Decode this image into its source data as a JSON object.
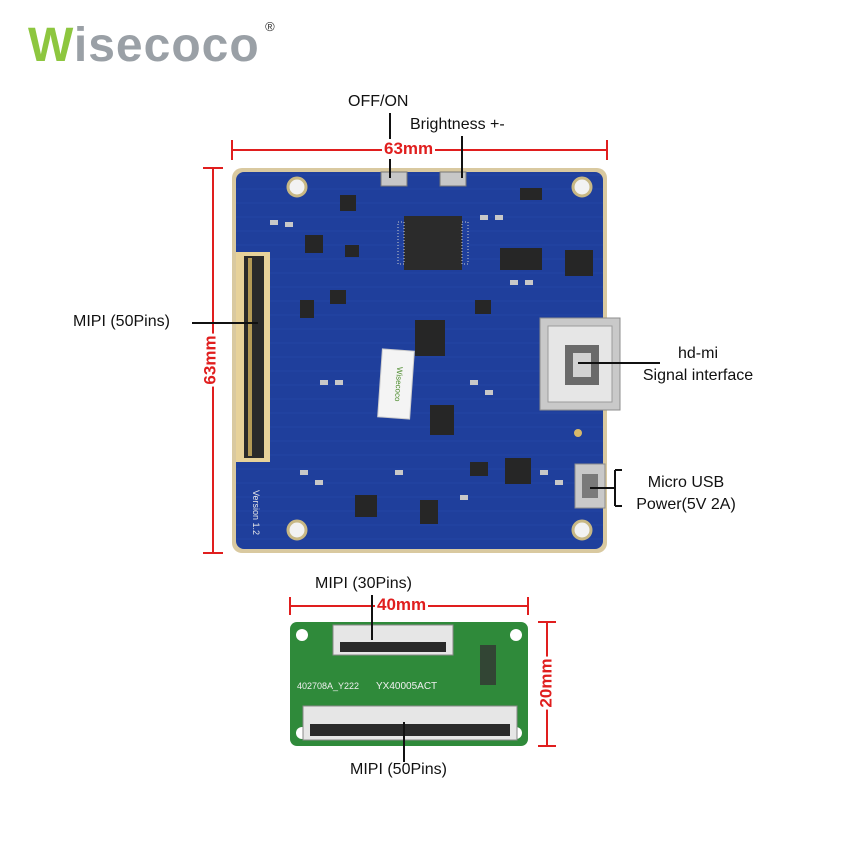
{
  "brand": {
    "logo_initial": "W",
    "logo_rest": "isecoco",
    "registered_mark": "®",
    "colors": {
      "green": "#8dc63f",
      "gray": "#9aa0a6"
    }
  },
  "main_board": {
    "version_text": "Version 1.2",
    "width_label": "63mm",
    "height_label": "63mm",
    "callouts": {
      "off_on": "OFF/ON",
      "brightness": "Brightness +-",
      "mipi_left": "MIPI (50Pins)",
      "hdmi_line1": "hd-mi",
      "hdmi_line2": "Signal interface",
      "usb_line1": "Micro USB",
      "usb_line2": "Power(5V 2A)"
    },
    "sticker_text": "Wisecoco",
    "colors": {
      "pcb": "#1f3f9c",
      "border": "#d9c9a0"
    }
  },
  "adapter_board": {
    "top_label": "MIPI (30Pins)",
    "bottom_label": "MIPI (50Pins)",
    "width_label": "40mm",
    "height_label": "20mm",
    "silkscreen_left": "402708A_Y222",
    "silkscreen_right": "YX40005ACT",
    "colors": {
      "pcb": "#2f8a3a"
    }
  },
  "dimension_color": "#e01e1e"
}
